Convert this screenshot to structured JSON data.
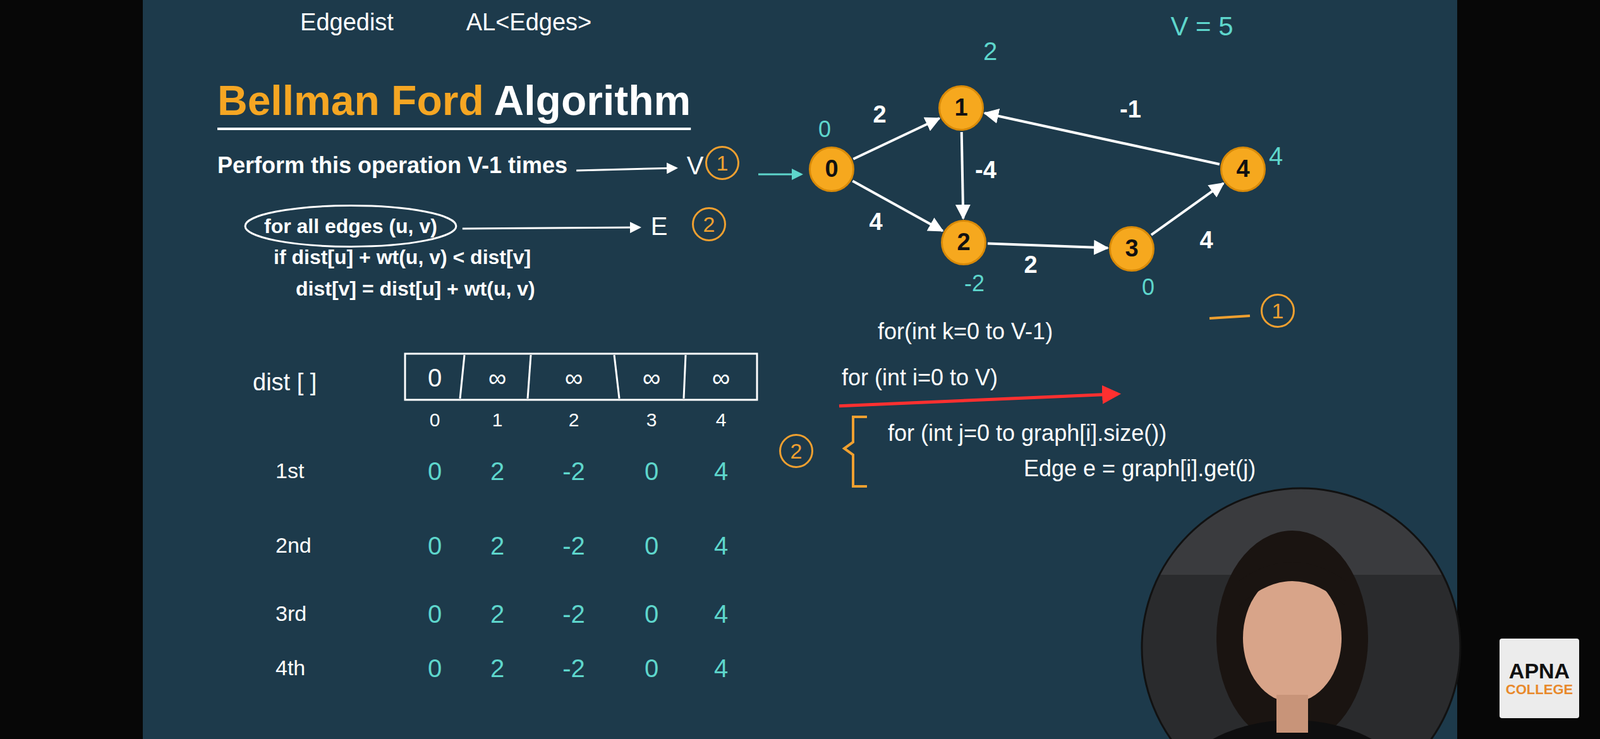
{
  "diagram": {
    "title": "Bellman Ford Algorithm",
    "nodes": [
      {
        "text": [
          "0"
        ]
      },
      {
        "text": [
          "1"
        ]
      },
      {
        "text": [
          "2"
        ]
      },
      {
        "text": [
          "3"
        ]
      },
      {
        "text": [
          "4"
        ]
      },
      {
        "text": [
          "APNA",
          "COLLEGE"
        ]
      }
    ],
    "edges": [
      {
        "from": 0,
        "to": 1,
        "label": "2",
        "arrow": "to"
      },
      {
        "from": 0,
        "to": 2,
        "label": "4",
        "arrow": "to"
      },
      {
        "from": 1,
        "to": 2,
        "label": "-4",
        "arrow": "to"
      },
      {
        "from": 2,
        "to": 3,
        "label": "2",
        "arrow": "to"
      },
      {
        "from": 3,
        "to": 4,
        "label": "4",
        "arrow": "to"
      },
      {
        "from": 4,
        "to": 1,
        "label": "-1",
        "arrow": "to"
      }
    ],
    "labels": [
      "Edgedist",
      "AL<Edges>",
      "V = 5",
      "Perform this operation V-1 times",
      "V",
      "1",
      "for all edges (u, v)",
      "E",
      "2",
      "if dist[u] + wt(u, v) < dist[v]",
      "dist[v] = dist[u] + wt(u, v)",
      "2",
      "0",
      "-2",
      "0",
      "4",
      "for(int k=0 to V-1)",
      "1",
      "2",
      "for (int i=0 to V)",
      "for (int j=0 to graph[i].size())",
      "Edge e = graph[i].get(j)",
      "dist [ ]",
      "0",
      "∞",
      "∞",
      "∞",
      "∞",
      "0",
      "1",
      "2",
      "3",
      "4",
      "1st",
      "0",
      "2",
      "-2",
      "0",
      "4",
      "2nd",
      "0",
      "2",
      "-2",
      "0",
      "4",
      "3rd",
      "0",
      "2",
      "-2",
      "0",
      "4",
      "4th",
      "0",
      "2",
      "-2",
      "0",
      "4"
    ]
  }
}
